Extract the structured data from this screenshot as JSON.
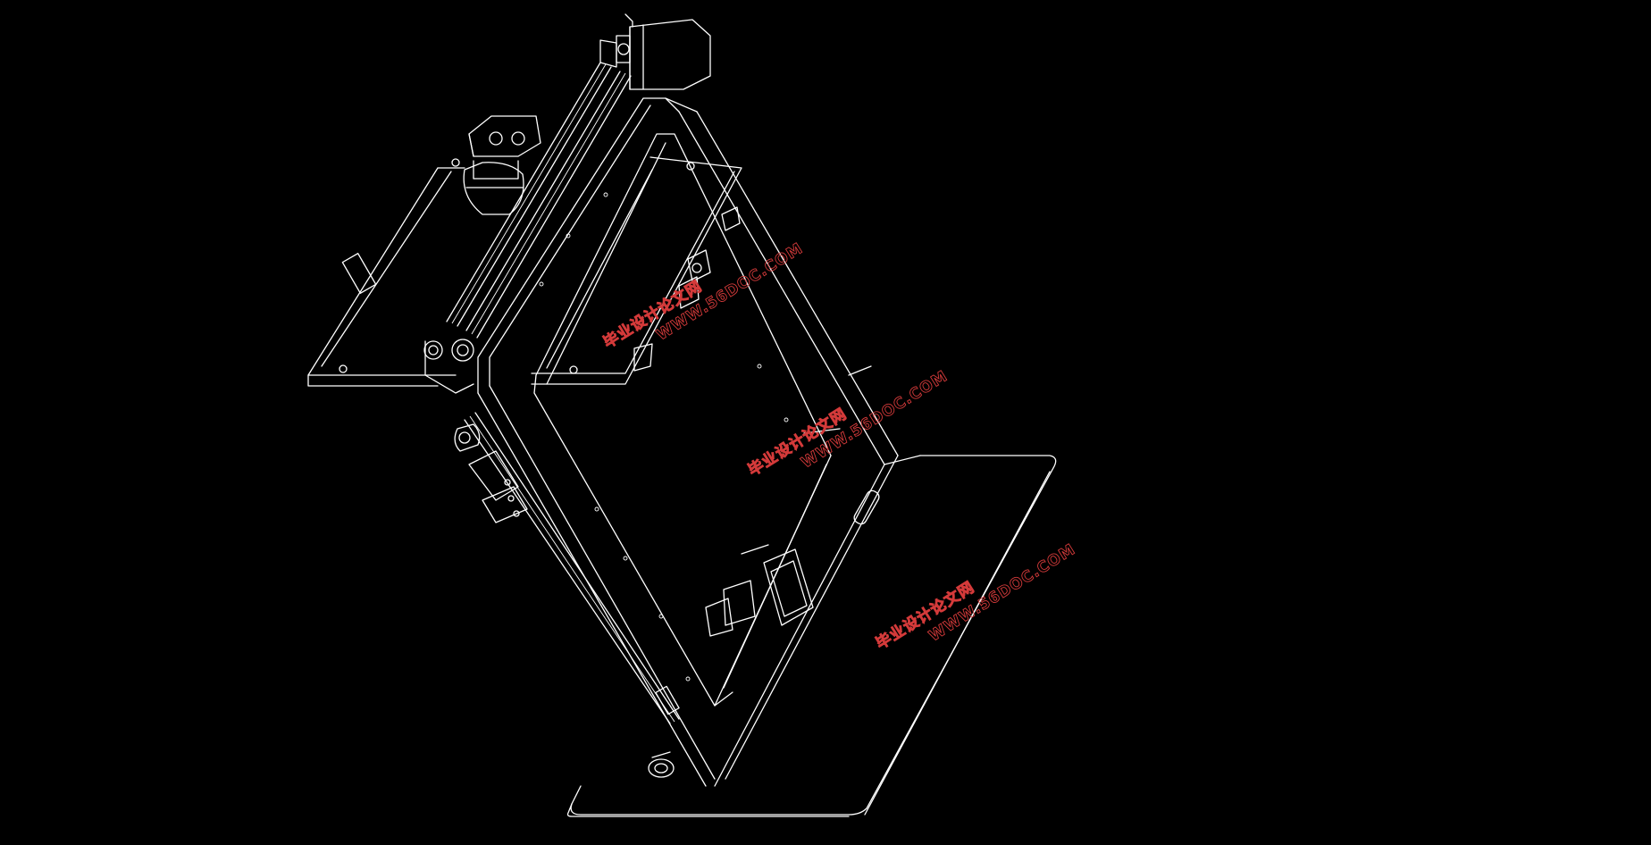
{
  "drawing": {
    "background": "#000000",
    "line_color": "#ffffff"
  },
  "watermarks": [
    {
      "cn": "毕业设计论文网",
      "url": "WWW.56DOC.COM"
    },
    {
      "cn": "毕业设计论文网",
      "url": "WWW.56DOC.COM"
    },
    {
      "cn": "毕业设计论文网",
      "url": "WWW.56DOC.COM"
    }
  ],
  "watermark_color": "#d43a3a"
}
